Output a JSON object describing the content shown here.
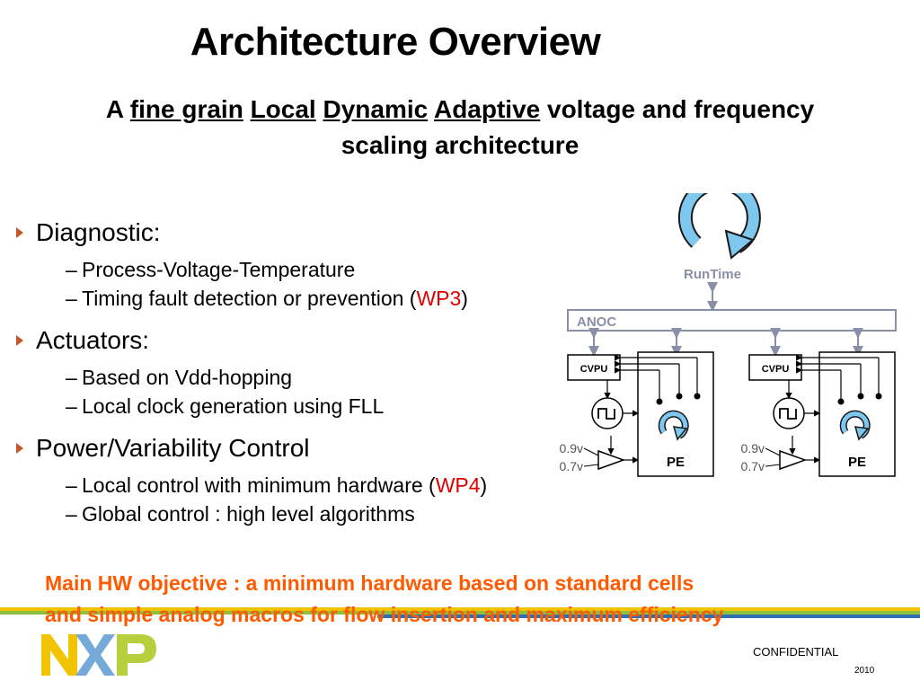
{
  "title": "Architecture Overview",
  "subtitle": {
    "prefix": "A",
    "w1": "fine grain",
    "w2": "Local",
    "w3": "Dynamic",
    "w4": "Adaptive",
    "suffix": "voltage and frequency",
    "line2": "scaling architecture"
  },
  "bullets": [
    {
      "label": "Diagnostic:",
      "items": [
        {
          "text": "Process-Voltage-Temperature",
          "ref": "",
          "close": ""
        },
        {
          "text": "Timing fault detection or prevention (",
          "ref": "WP3",
          "close": ")"
        }
      ]
    },
    {
      "label": "Actuators:",
      "items": [
        {
          "text": "Based on Vdd-hopping",
          "ref": "",
          "close": ""
        },
        {
          "text": "Local clock generation using FLL",
          "ref": "",
          "close": ""
        }
      ]
    },
    {
      "label": "Power/Variability Control",
      "items": [
        {
          "text": "Local control with minimum hardware (",
          "ref": "WP4",
          "close": ")"
        },
        {
          "text": "Global control : high level algorithms",
          "ref": "",
          "close": ""
        }
      ]
    }
  ],
  "dash": "–",
  "objective": {
    "line1": "Main HW objective : a minimum hardware based on standard cells",
    "line2": "and simple analog macros for flow insertion and maximum efficiency"
  },
  "diagram": {
    "runtime_label": "RunTime",
    "anoc_label": "ANOC",
    "cvpu_label": "CVPU",
    "pe_label": "PE",
    "v_high": "0.9v",
    "v_low": "0.7v"
  },
  "footer": {
    "confidential": "CONFIDENTIAL",
    "year": "2010"
  },
  "colors": {
    "accent_orange": "#ff5a00",
    "wp_red": "#e00000",
    "arrow_blue": "#7ec8ef",
    "stripe_blue": "#2f6eb5",
    "stripe_yellow": "#f2c300",
    "stripe_green": "#8fc03c",
    "logo_yellow": "#f2c300",
    "logo_blue": "#74a9d8",
    "logo_green": "#b5cf3d"
  }
}
